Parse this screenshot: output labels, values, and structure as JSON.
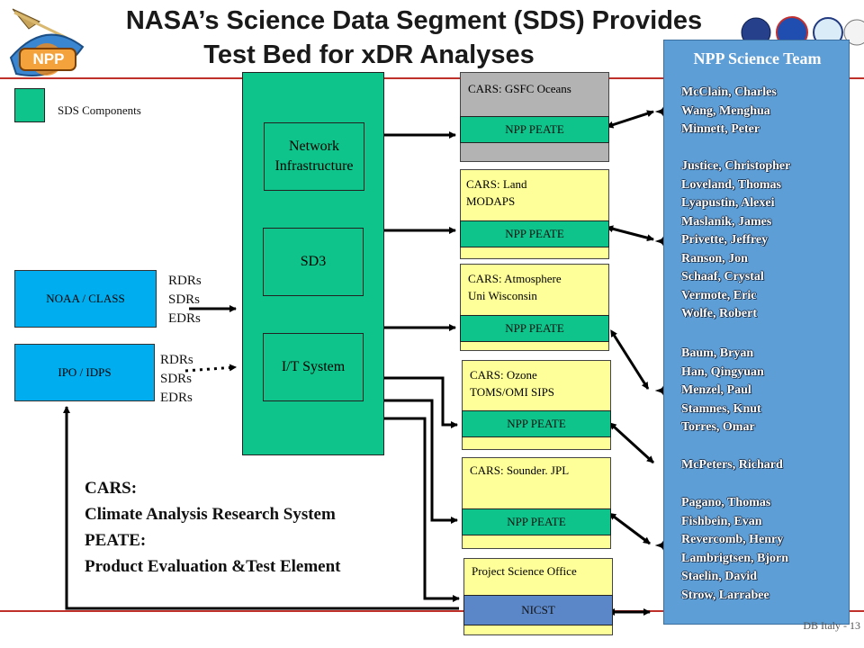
{
  "title": {
    "line1": "NASA’s Science Data Segment (SDS) Provides",
    "line2": "Test Bed for xDR Analyses"
  },
  "legend": {
    "label": "SDS Components",
    "swatch_color": "#0fc48a"
  },
  "sds": {
    "network": "Network Infrastructure",
    "sd3": "SD3",
    "it_system": "I/T System"
  },
  "sources": {
    "noaa": {
      "name": "NOAA / CLASS",
      "products": [
        "RDRs",
        "SDRs",
        "EDRs"
      ]
    },
    "ipo": {
      "name": "IPO / IDPS",
      "products": [
        "RDRs",
        "SDRs",
        "EDRs"
      ]
    }
  },
  "cars": [
    {
      "title": "CARS: GSFC Oceans",
      "element": "NPP PEATE"
    },
    {
      "title": "CARS: Land\nMODAPS",
      "element": "NPP PEATE"
    },
    {
      "title": "CARS: Atmosphere\nUni Wisconsin",
      "element": "NPP PEATE"
    },
    {
      "title": "CARS: Ozone\nTOMS/OMI SIPS",
      "element": "NPP PEATE"
    },
    {
      "title": "CARS: Sounder. JPL",
      "element": "NPP PEATE"
    }
  ],
  "pso": {
    "title": "Project Science Office",
    "element": "NICST"
  },
  "glossary": {
    "l1": "CARS:",
    "l2": "Climate Analysis Research System",
    "l3": "PEATE:",
    "l4": "Product Evaluation &Test Element"
  },
  "science_team": {
    "title": "NPP Science Team",
    "groups": [
      [
        "McClain, Charles",
        "Wang, Menghua",
        "Minnett, Peter"
      ],
      [
        "Justice, Christopher",
        "Loveland, Thomas",
        "Lyapustin, Alexei",
        "Maslanik, James",
        "Privette, Jeffrey",
        "Ranson, Jon",
        "Schaaf, Crystal",
        "Vermote, Eric",
        "Wolfe, Robert"
      ],
      [
        "Baum, Bryan",
        "Han, Qingyuan",
        "Menzel, Paul",
        "Stamnes, Knut",
        "Torres, Omar"
      ],
      [
        "McPeters, Richard"
      ],
      [
        "Pagano, Thomas",
        "Fishbein, Evan",
        "Revercomb, Henry",
        "Lambrigtsen, Bjorn",
        "Staelin, David",
        "Strow, Larrabee"
      ]
    ]
  },
  "logo": {
    "text": "NPP"
  },
  "footer": "DB Italy - 13",
  "colors": {
    "sds_green": "#0fc48a",
    "source_blue": "#00aeef",
    "panel_blue": "#5e9ed6",
    "cars_yellow": "#ffff99",
    "nicst_blue": "#5b86c8",
    "rule_red": "#c0302a"
  }
}
